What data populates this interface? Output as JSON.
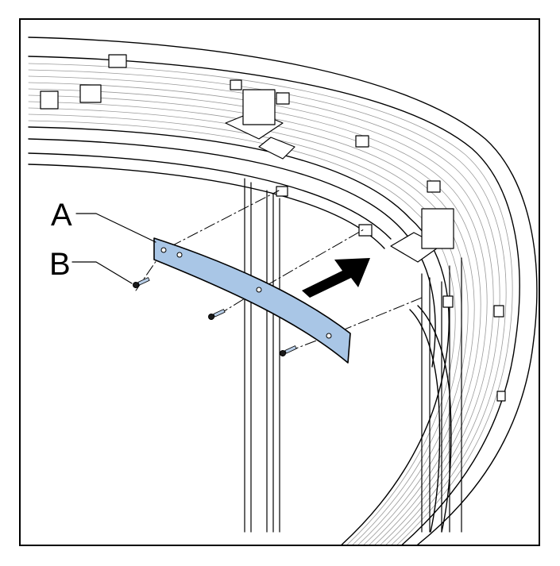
{
  "callouts": [
    {
      "id": "A",
      "label": "A",
      "part": "cover-strip"
    },
    {
      "id": "B",
      "label": "B",
      "part": "screw"
    }
  ],
  "colors": {
    "cover_strip": "#a9c6e6",
    "screw_head": "#1a1a1a",
    "screw_shank": "#b7cde6",
    "outline": "#000000",
    "arrow": "#000000"
  },
  "icons": [
    "assembly-direction-arrow-icon",
    "screw-icon"
  ]
}
